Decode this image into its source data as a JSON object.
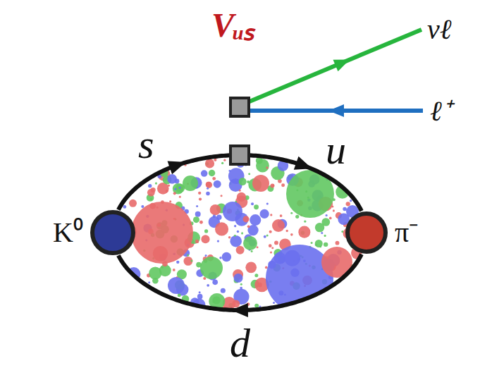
{
  "diagram": {
    "nodes": [
      {
        "text": [
          "K⁰"
        ]
      },
      {
        "text": [
          "π⁻"
        ]
      }
    ],
    "edges": [
      {
        "from": 0,
        "to": 1,
        "arrow": "to"
      },
      {
        "from": 1,
        "to": 0,
        "arrow": "to"
      }
    ],
    "labels": [
      "Vᵤₛ",
      "s",
      "u",
      "d",
      "νℓ",
      "ℓ⁺"
    ]
  }
}
